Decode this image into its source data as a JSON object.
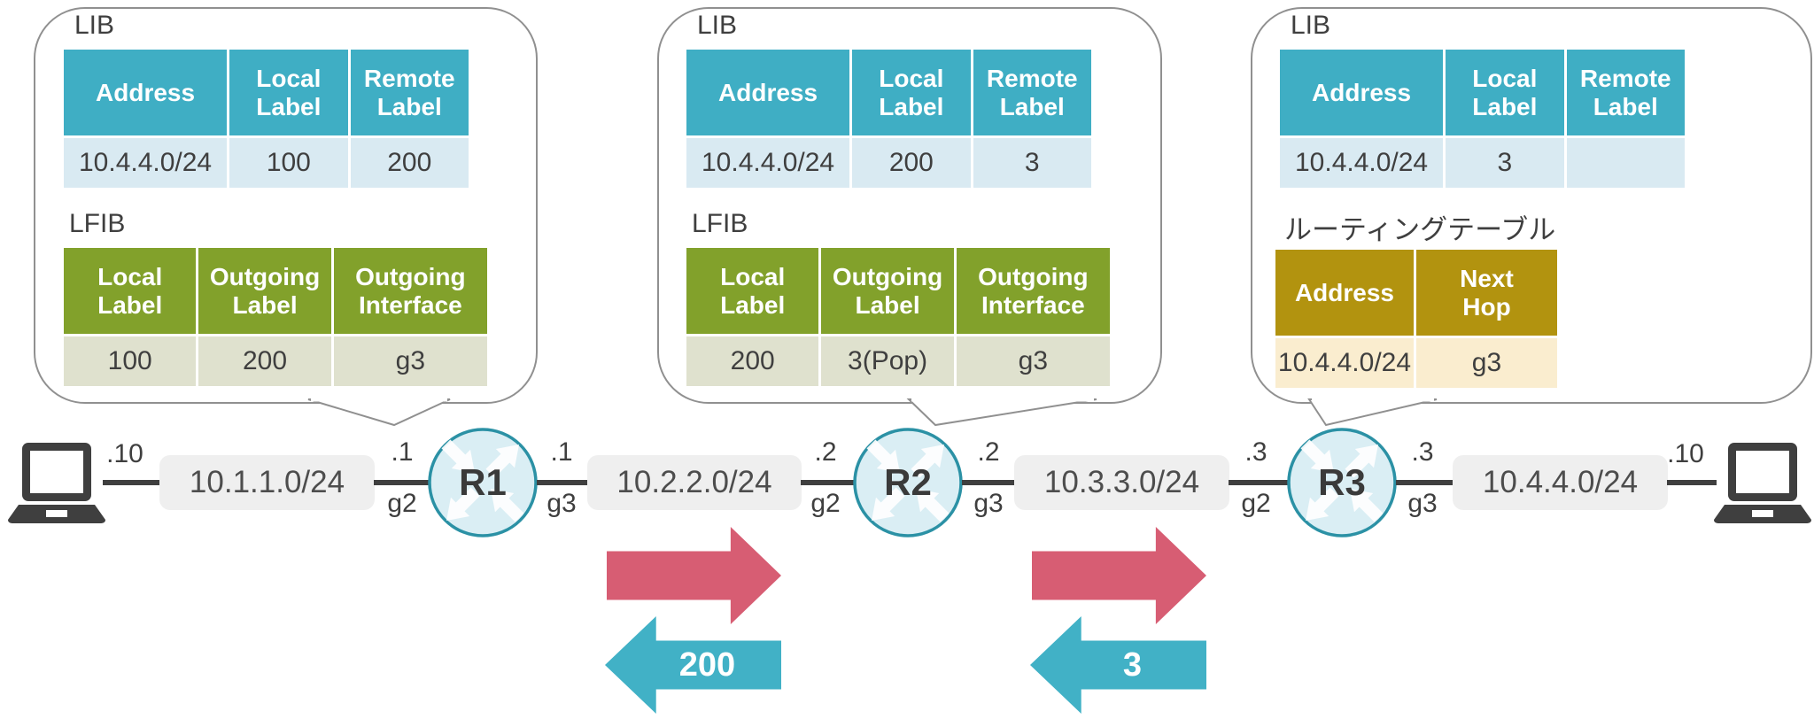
{
  "colors": {
    "lib_header": "#3FAEC4",
    "lib_row": "#D9EAF2",
    "lfib_header": "#82A12B",
    "lfib_row": "#DFE1CE",
    "routing_header": "#B2930F",
    "routing_row": "#FAEDCF",
    "packet_arrow": "#D75D73",
    "label_arrow": "#41B1C6",
    "router_fill": "#DAEEF4",
    "router_border": "#2B91A5",
    "network_box_bg": "#EFEFEF",
    "line_color": "#3F3F3F",
    "bubble_border": "#909090"
  },
  "bubbles": [
    {
      "router": "R1",
      "lib": {
        "title": "LIB",
        "headers": [
          "Address",
          "Local Label",
          "Remote Label"
        ],
        "rows": [
          [
            "10.4.4.0/24",
            "100",
            "200"
          ]
        ]
      },
      "lfib": {
        "title": "LFIB",
        "headers": [
          "Local Label",
          "Outgoing Label",
          "Outgoing Interface"
        ],
        "rows": [
          [
            "100",
            "200",
            "g3"
          ]
        ]
      }
    },
    {
      "router": "R2",
      "lib": {
        "title": "LIB",
        "headers": [
          "Address",
          "Local Label",
          "Remote Label"
        ],
        "rows": [
          [
            "10.4.4.0/24",
            "200",
            "3"
          ]
        ]
      },
      "lfib": {
        "title": "LFIB",
        "headers": [
          "Local Label",
          "Outgoing Label",
          "Outgoing Interface"
        ],
        "rows": [
          [
            "200",
            "3(Pop)",
            "g3"
          ]
        ]
      }
    },
    {
      "router": "R3",
      "lib": {
        "title": "LIB",
        "headers": [
          "Address",
          "Local Label",
          "Remote Label"
        ],
        "rows": [
          [
            "10.4.4.0/24",
            "3",
            ""
          ]
        ]
      },
      "routing_table": {
        "title": "ルーティングテーブル",
        "headers": [
          "Address",
          "Next Hop"
        ],
        "rows": [
          [
            "10.4.4.0/24",
            "g3"
          ]
        ]
      }
    }
  ],
  "topology": {
    "hosts": [
      {
        "icon": "laptop-icon",
        "ip": ".10"
      },
      {
        "icon": "laptop-icon",
        "ip": ".10"
      }
    ],
    "networks": [
      "10.1.1.0/24",
      "10.2.2.0/24",
      "10.3.3.0/24",
      "10.4.4.0/24"
    ],
    "routers": [
      {
        "name": "R1",
        "left_addr": ".1",
        "left_iface": "g2",
        "right_addr": ".1",
        "right_iface": "g3"
      },
      {
        "name": "R2",
        "left_addr": ".2",
        "left_iface": "g2",
        "right_addr": ".2",
        "right_iface": "g3"
      },
      {
        "name": "R3",
        "left_addr": ".3",
        "left_iface": "g2",
        "right_addr": ".3",
        "right_iface": "g3"
      }
    ]
  },
  "arrows": {
    "packet_flow": [
      {
        "direction": "right"
      },
      {
        "direction": "right"
      }
    ],
    "label_advertisement": [
      {
        "direction": "left",
        "label": "200"
      },
      {
        "direction": "left",
        "label": "3"
      }
    ]
  }
}
